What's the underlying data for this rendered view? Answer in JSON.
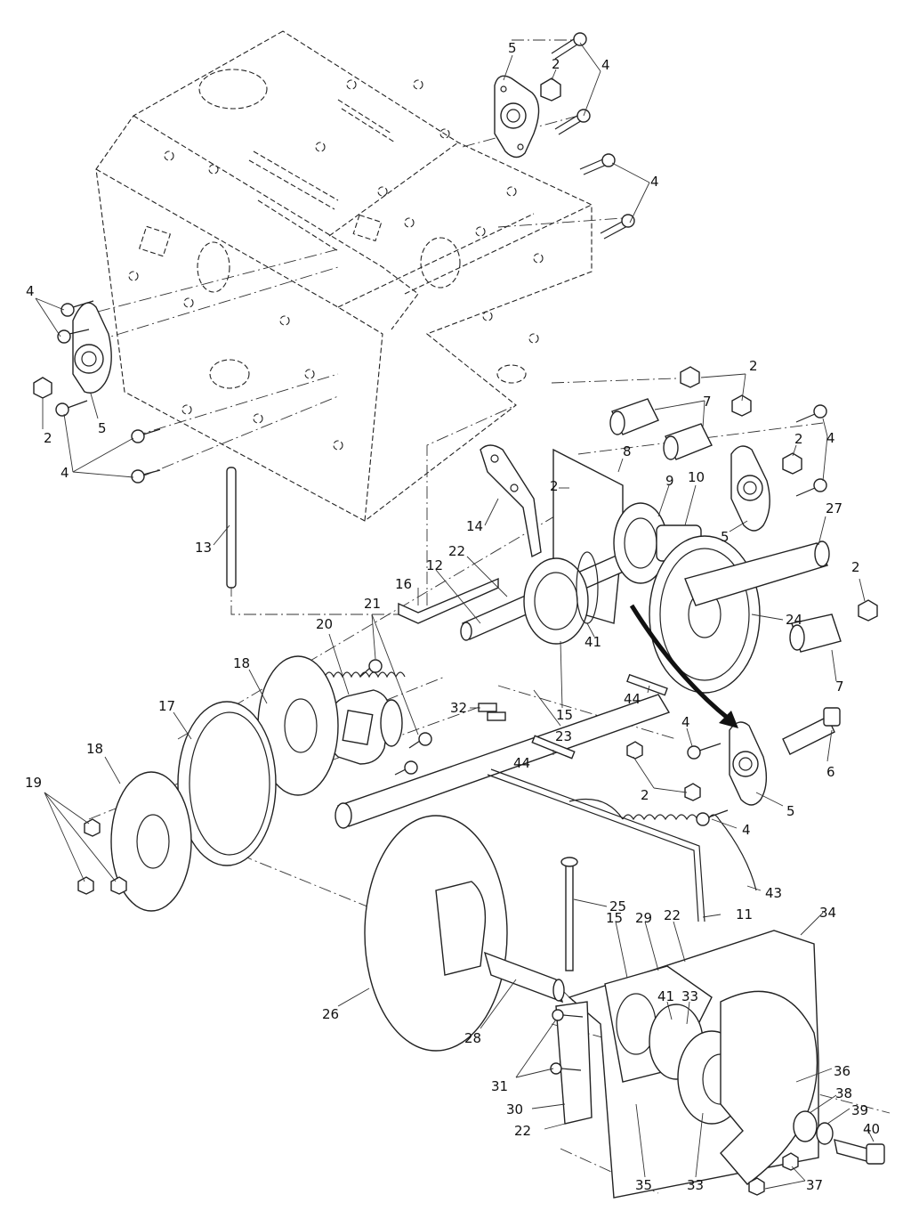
{
  "callouts": [
    {
      "id": "c1",
      "text": "5"
    },
    {
      "id": "c2",
      "text": "2"
    },
    {
      "id": "c3",
      "text": "4"
    },
    {
      "id": "c4",
      "text": "4"
    },
    {
      "id": "c5",
      "text": "4"
    },
    {
      "id": "c6",
      "text": "2"
    },
    {
      "id": "c7",
      "text": "5"
    },
    {
      "id": "c8",
      "text": "4"
    },
    {
      "id": "c9",
      "text": "2"
    },
    {
      "id": "c10",
      "text": "7"
    },
    {
      "id": "c11",
      "text": "8"
    },
    {
      "id": "c12",
      "text": "2"
    },
    {
      "id": "c13",
      "text": "4"
    },
    {
      "id": "c14",
      "text": "9"
    },
    {
      "id": "c15",
      "text": "10"
    },
    {
      "id": "c16",
      "text": "2"
    },
    {
      "id": "c17",
      "text": "5"
    },
    {
      "id": "c18",
      "text": "14"
    },
    {
      "id": "c19",
      "text": "27"
    },
    {
      "id": "c20",
      "text": "13"
    },
    {
      "id": "c21",
      "text": "22"
    },
    {
      "id": "c22",
      "text": "12"
    },
    {
      "id": "c23",
      "text": "16"
    },
    {
      "id": "c24",
      "text": "21"
    },
    {
      "id": "c25",
      "text": "2"
    },
    {
      "id": "c26",
      "text": "20"
    },
    {
      "id": "c27",
      "text": "24"
    },
    {
      "id": "c28",
      "text": "18"
    },
    {
      "id": "c29",
      "text": "41"
    },
    {
      "id": "c30",
      "text": "7"
    },
    {
      "id": "c31",
      "text": "17"
    },
    {
      "id": "c32",
      "text": "15"
    },
    {
      "id": "c33",
      "text": "44"
    },
    {
      "id": "c34",
      "text": "32"
    },
    {
      "id": "c35",
      "text": "23"
    },
    {
      "id": "c36",
      "text": "4"
    },
    {
      "id": "c37",
      "text": "18"
    },
    {
      "id": "c38",
      "text": "44"
    },
    {
      "id": "c39",
      "text": "6"
    },
    {
      "id": "c40",
      "text": "19"
    },
    {
      "id": "c41",
      "text": "2"
    },
    {
      "id": "c42",
      "text": "5"
    },
    {
      "id": "c43",
      "text": "4"
    },
    {
      "id": "c44",
      "text": "25"
    },
    {
      "id": "c45",
      "text": "43"
    },
    {
      "id": "c46",
      "text": "11"
    },
    {
      "id": "c47",
      "text": "34"
    },
    {
      "id": "c48",
      "text": "15"
    },
    {
      "id": "c49",
      "text": "29"
    },
    {
      "id": "c50",
      "text": "22"
    },
    {
      "id": "c51",
      "text": "41"
    },
    {
      "id": "c52",
      "text": "33"
    },
    {
      "id": "c53",
      "text": "26"
    },
    {
      "id": "c54",
      "text": "28"
    },
    {
      "id": "c55",
      "text": "36"
    },
    {
      "id": "c56",
      "text": "38"
    },
    {
      "id": "c57",
      "text": "31"
    },
    {
      "id": "c58",
      "text": "39"
    },
    {
      "id": "c59",
      "text": "40"
    },
    {
      "id": "c60",
      "text": "30"
    },
    {
      "id": "c61",
      "text": "22"
    },
    {
      "id": "c62",
      "text": "35"
    },
    {
      "id": "c63",
      "text": "33"
    },
    {
      "id": "c64",
      "text": "37"
    }
  ]
}
